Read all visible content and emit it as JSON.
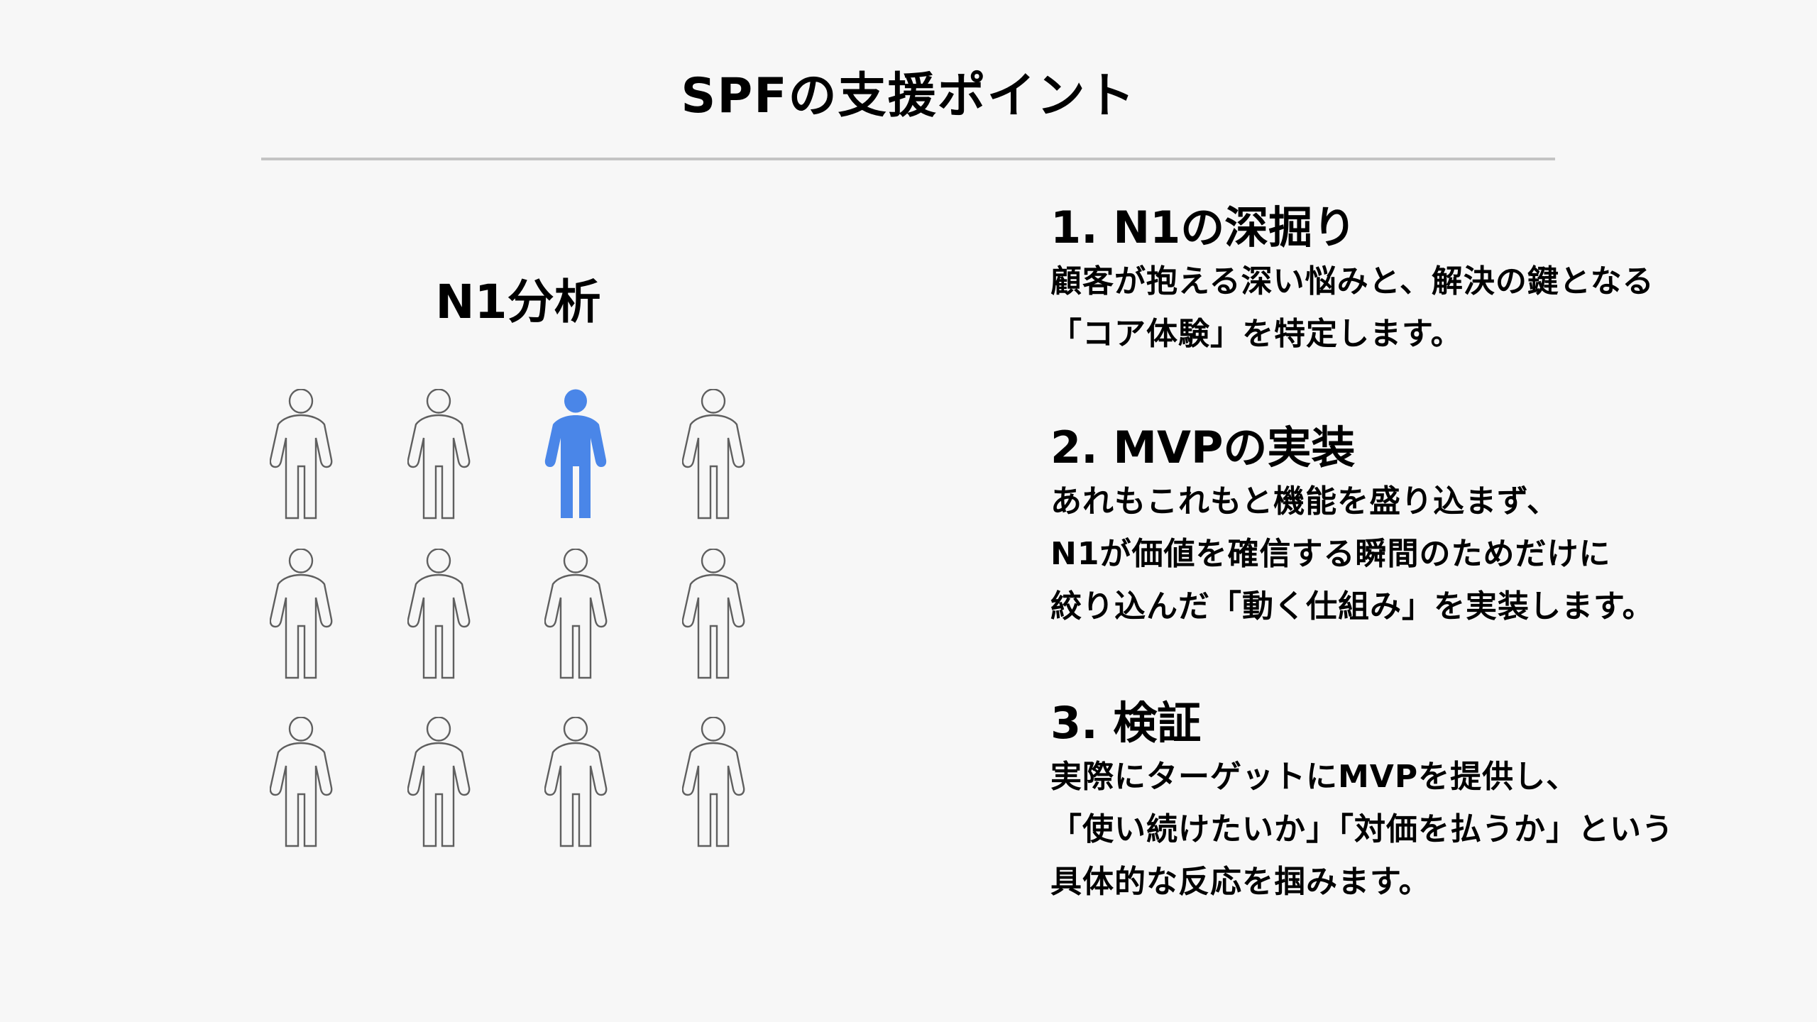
{
  "title": "SPFの支援ポイント",
  "left_panel": {
    "label": "N1分析",
    "grid": {
      "rows": 3,
      "cols": 4,
      "highlighted_index": 2,
      "outline_color": "#5f5f5f",
      "highlight_color": "#4a86e8",
      "icon": "person-icon"
    }
  },
  "sections": [
    {
      "heading": "1. N1の深掘り",
      "lines": [
        "顧客が抱える深い悩みと、解決の鍵となる",
        "「コア体験」を特定します。"
      ]
    },
    {
      "heading": "2. MVPの実装",
      "lines": [
        "あれもこれもと機能を盛り込まず、",
        "N1が価値を確信する瞬間のためだけに",
        "絞り込んだ「動く仕組み」を実装します。"
      ]
    },
    {
      "heading": "3. 検証",
      "lines": [
        "実際にターゲットにMVPを提供し、",
        "「使い続けたいか」「対価を払うか」という",
        "具体的な反応を掴みます。"
      ]
    }
  ]
}
